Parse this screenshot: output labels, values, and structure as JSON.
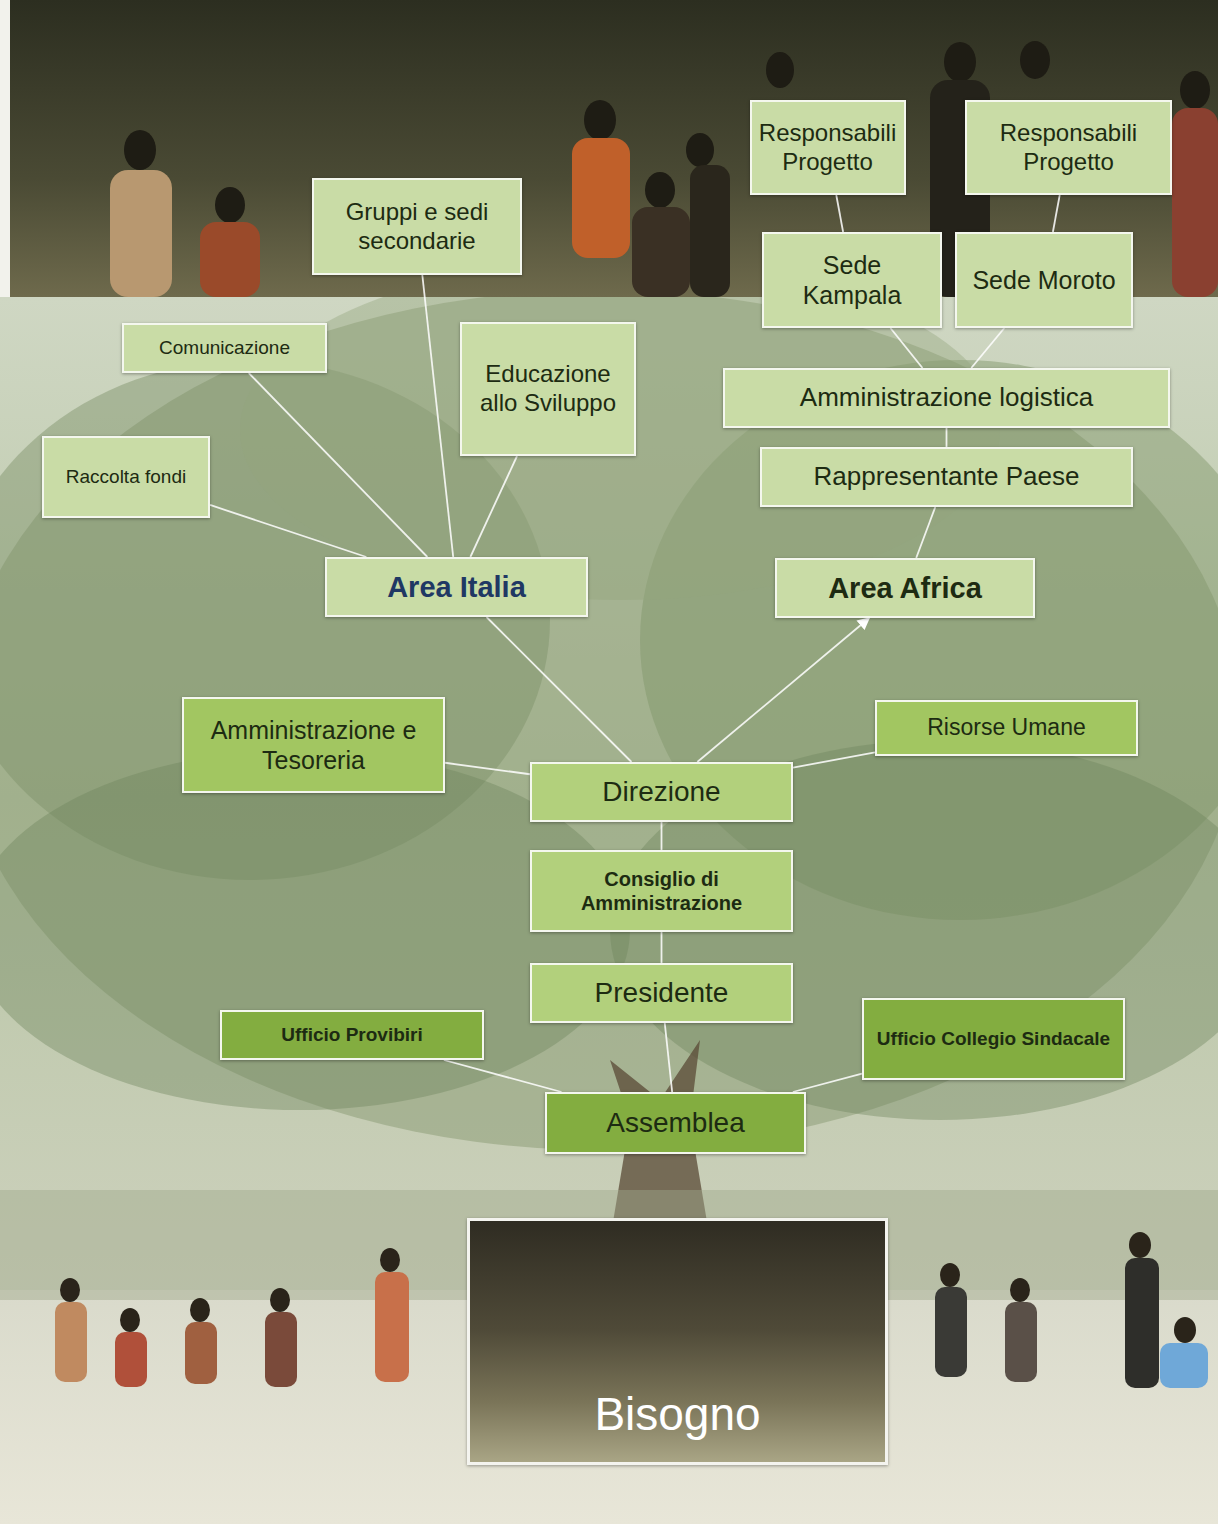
{
  "diagram": {
    "nodes": [
      {
        "text": [
          "Responsabili Progetto"
        ]
      },
      {
        "text": [
          "Responsabili Progetto"
        ]
      },
      {
        "text": [
          "Gruppi e sedi secondarie"
        ]
      },
      {
        "text": [
          "Sede Kampala"
        ]
      },
      {
        "text": [
          "Sede Moroto"
        ]
      },
      {
        "text": [
          "Comunicazione"
        ]
      },
      {
        "text": [
          "Educazione allo Sviluppo"
        ]
      },
      {
        "text": [
          "Amministrazione logistica"
        ]
      },
      {
        "text": [
          "Raccolta fondi"
        ]
      },
      {
        "text": [
          "Rappresentante Paese"
        ]
      },
      {
        "text": [
          "Area Italia"
        ]
      },
      {
        "text": [
          "Area Africa"
        ]
      },
      {
        "text": [
          "Amministrazione e Tesoreria"
        ]
      },
      {
        "text": [
          "Risorse Umane"
        ]
      },
      {
        "text": [
          "Direzione"
        ]
      },
      {
        "text": [
          "Consiglio di Amministrazione"
        ]
      },
      {
        "text": [
          "Presidente"
        ]
      },
      {
        "text": [
          "Ufficio Provibiri"
        ]
      },
      {
        "text": [
          "Ufficio Collegio Sindacale"
        ]
      },
      {
        "text": [
          "Assemblea"
        ]
      },
      {
        "text": [
          "Bisogno"
        ]
      }
    ],
    "edges": [
      {
        "from": 0,
        "to": 3,
        "arrow": "none"
      },
      {
        "from": 1,
        "to": 4,
        "arrow": "none"
      },
      {
        "from": 3,
        "to": 7,
        "arrow": "none"
      },
      {
        "from": 4,
        "to": 7,
        "arrow": "none"
      },
      {
        "from": 7,
        "to": 9,
        "arrow": "none"
      },
      {
        "from": 9,
        "to": 11,
        "arrow": "none"
      },
      {
        "from": 14,
        "to": 11,
        "arrow": "to"
      },
      {
        "from": 10,
        "to": 2,
        "arrow": "none"
      },
      {
        "from": 10,
        "to": 5,
        "arrow": "none"
      },
      {
        "from": 10,
        "to": 6,
        "arrow": "none"
      },
      {
        "from": 10,
        "to": 8,
        "arrow": "none"
      },
      {
        "from": 14,
        "to": 10,
        "arrow": "none"
      },
      {
        "from": 14,
        "to": 12,
        "arrow": "none"
      },
      {
        "from": 14,
        "to": 13,
        "arrow": "none"
      },
      {
        "from": 14,
        "to": 15,
        "arrow": "none"
      },
      {
        "from": 15,
        "to": 16,
        "arrow": "none"
      },
      {
        "from": 16,
        "to": 19,
        "arrow": "none"
      },
      {
        "from": 19,
        "to": 17,
        "arrow": "none"
      },
      {
        "from": 19,
        "to": 18,
        "arrow": "none"
      }
    ]
  }
}
